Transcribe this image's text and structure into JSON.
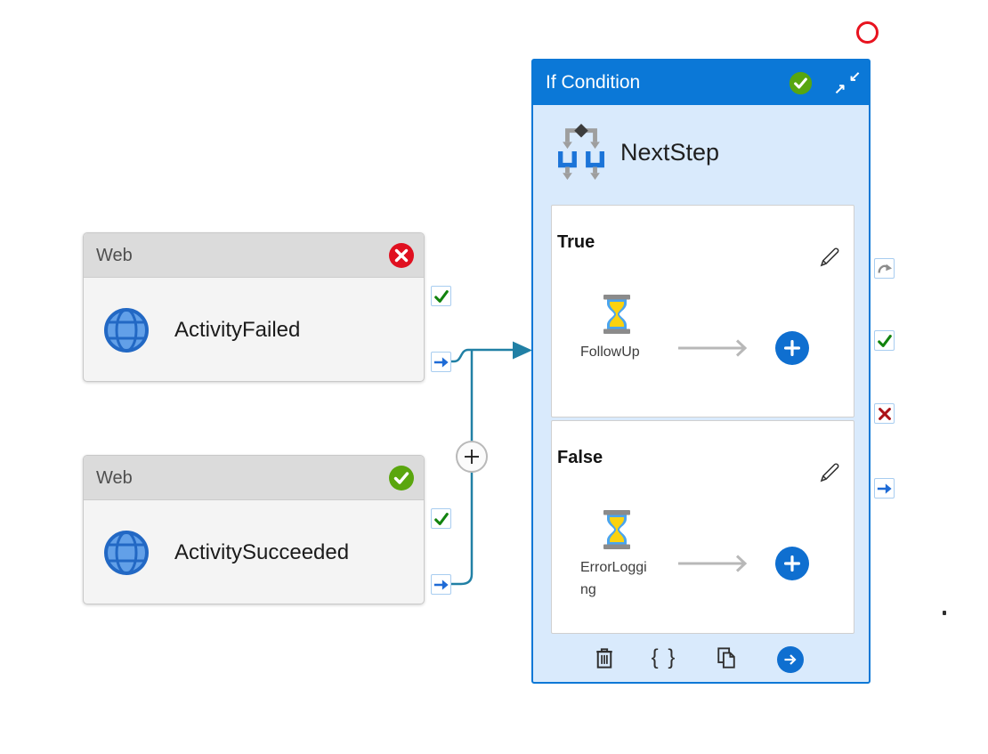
{
  "colors": {
    "accent_blue": "#0b78d7",
    "body_light_blue": "#d9eafc",
    "connector_teal": "#2180a5",
    "success_green": "#57a610",
    "error_red": "#e01020",
    "button_blue": "#0f6fd0",
    "annotation_red": "#e8131f"
  },
  "web_activity_1": {
    "type_label": "Web",
    "name": "ActivityFailed"
  },
  "web_activity_2": {
    "type_label": "Web",
    "name": "ActivitySucceeded"
  },
  "if_activity": {
    "header_title": "If Condition",
    "name": "NextStep",
    "true_branch": {
      "label": "True",
      "activity": "FollowUp"
    },
    "false_branch": {
      "label": "False",
      "activity": "ErrorLogging"
    },
    "toolbar": {
      "braces_glyph": "{ }"
    }
  },
  "icons": {
    "collapse_upper": "↙",
    "collapse_lower": "↗",
    "web_status_1": "error-x-badge",
    "web_status_2": "success-check-badge",
    "if_status": "success-check-badge",
    "ports_web": [
      "success-check",
      "completion-arrow"
    ],
    "ports_if": [
      "skipped-arrow",
      "success-check",
      "failure-x",
      "completion-arrow"
    ]
  }
}
